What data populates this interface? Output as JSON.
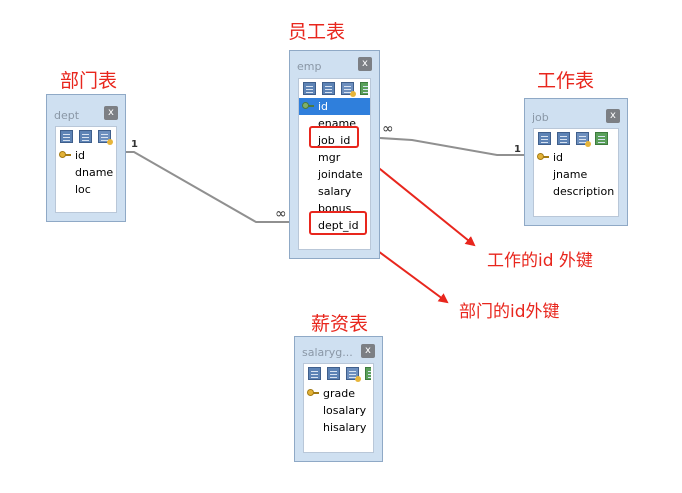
{
  "titles": {
    "dept": "部门表",
    "emp": "员工表",
    "job": "工作表",
    "salary": "薪资表"
  },
  "tables": {
    "dept": {
      "name": "dept",
      "fields": [
        "id",
        "dname",
        "loc"
      ]
    },
    "emp": {
      "name": "emp",
      "fields": [
        "id",
        "ename",
        "job_id",
        "mgr",
        "joindate",
        "salary",
        "bonus",
        "dept_id"
      ]
    },
    "job": {
      "name": "job",
      "fields": [
        "id",
        "jname",
        "description"
      ]
    },
    "salarygrade": {
      "name": "salaryg...",
      "fields": [
        "grade",
        "losalary",
        "hisalary"
      ]
    }
  },
  "close_glyph": "x",
  "relations": {
    "emp_dept": {
      "one": "1",
      "many": "∞"
    },
    "emp_job": {
      "one": "1",
      "many": "∞"
    }
  },
  "annotations": {
    "job_fk": "工作的id 外键",
    "dept_fk": "部门的id外键"
  },
  "colors": {
    "annotation_red": "#e8261d",
    "table_frame": "#cfe0f1",
    "selected_row": "#2f7fdc",
    "connector": "#909090"
  }
}
